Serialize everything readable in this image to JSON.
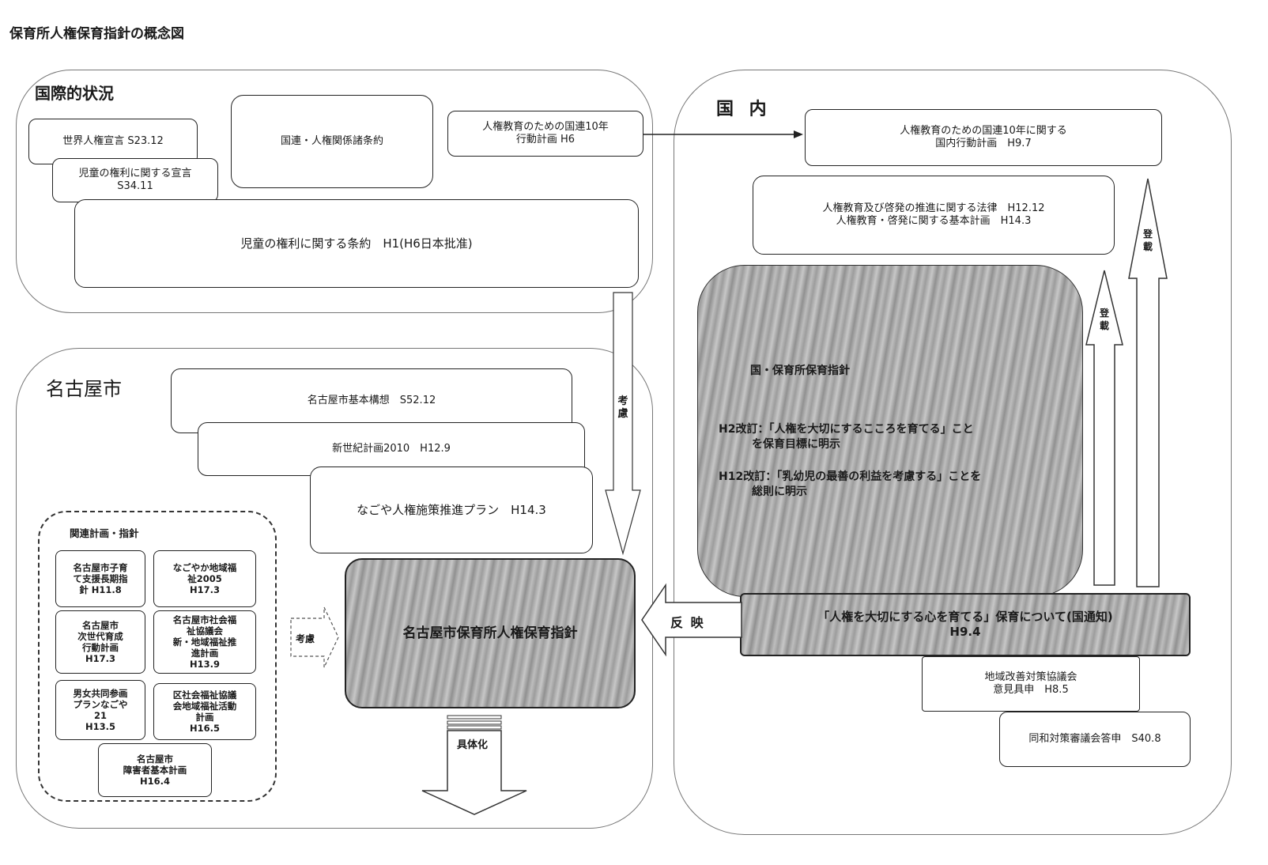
{
  "page_title": "保育所人権保育指針の概念図",
  "international": {
    "title": "国際的状況",
    "universal_declaration": "世界人権宣言 S23.12",
    "un_conventions": "国連・人権関係諸条約",
    "un_decade_plan": "人権教育のための国連10年\n行動計画 H6",
    "child_rights_declaration": "児童の権利に関する宣言\nS34.11",
    "child_rights_convention": "児童の権利に関する条約　H1(H6日本批准)"
  },
  "domestic": {
    "title": "国 内",
    "national_action_plan": "人権教育のための国連10年に関する\n国内行動計画　H9.7",
    "law_and_plan": "人権教育及び啓発の推進に関する法律　H12.12\n人権教育・啓発に関する基本計画　H14.3",
    "guideline_title": "国・保育所保育指針",
    "revision_h2": "H2改訂：「人権を大切にするこころを育てる」こと\n　　　を保育目標に明示",
    "revision_h12": "H12改訂：「乳幼児の最善の利益を考慮する」ことを\n　　　総則に明示",
    "national_notice": "「人権を大切にする心を育てる」保育について(国通知)\nH9.4",
    "regional_council": "地域改善対策協議会\n意見具申　H8.5",
    "dowa_council": "同和対策審議会答申　S40.8",
    "arrow_label_large": "登載",
    "arrow_label_small": "登載"
  },
  "nagoya": {
    "title": "名古屋市",
    "basic_concept": "名古屋市基本構想　S52.12",
    "new_century_plan": "新世紀計画2010　H12.9",
    "human_rights_plan": "なごや人権施策推進プラン　H14.3",
    "main_guideline": "名古屋市保育所人権保育指針",
    "related_title": "関連計画・指針",
    "related": [
      "名古屋市子育\nて支援長期指\n針 H11.8",
      "なごやか地域福\n祉2005\nH17.3",
      "名古屋市\n次世代育成\n行動計画\nH17.3",
      "名古屋市社会福\n祉協議会\n新・地域福祉推\n進計画\nH13.9",
      "男女共同参画\nプランなごや\n21\nH13.5",
      "区社会福祉協議\n会地域福祉活動\n計画\nH16.5",
      "名古屋市\n障害者基本計画\nH16.4"
    ]
  },
  "arrows": {
    "consider_vertical": "考慮",
    "consider_left": "考慮",
    "reflect": "反 映",
    "concretize": "具体化"
  }
}
